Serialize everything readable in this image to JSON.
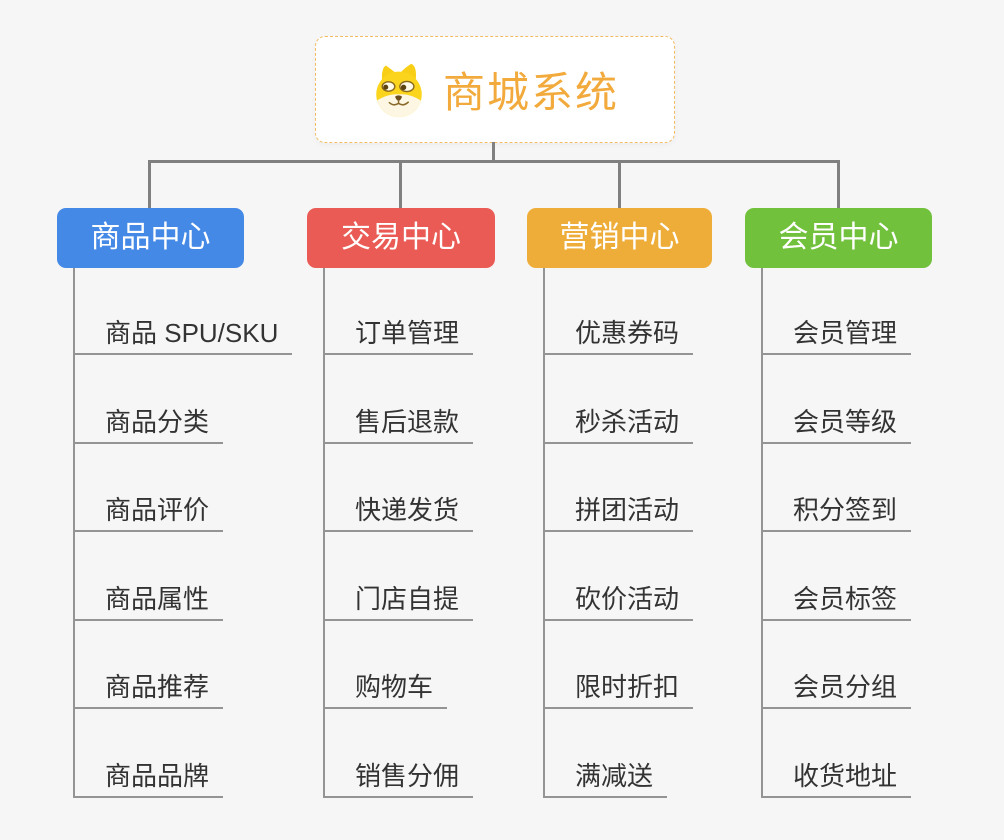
{
  "root": {
    "title": "商城系统",
    "icon": "doge-icon"
  },
  "colors": {
    "background": "#f6f6f6",
    "connector": "#808080",
    "child_line": "#949494",
    "root_title": "#f2aa3c",
    "root_border": "#f3bc64"
  },
  "branches": [
    {
      "label": "商品中心",
      "color": "#4589e7",
      "items": [
        "商品 SPU/SKU",
        "商品分类",
        "商品评价",
        "商品属性",
        "商品推荐",
        "商品品牌"
      ]
    },
    {
      "label": "交易中心",
      "color": "#ea5b55",
      "items": [
        "订单管理",
        "售后退款",
        "快递发货",
        "门店自提",
        "购物车",
        "销售分佣"
      ]
    },
    {
      "label": "营销中心",
      "color": "#eead38",
      "items": [
        "优惠券码",
        "秒杀活动",
        "拼团活动",
        "砍价活动",
        "限时折扣",
        "满减送"
      ]
    },
    {
      "label": "会员中心",
      "color": "#72c13d",
      "items": [
        "会员管理",
        "会员等级",
        "积分签到",
        "会员标签",
        "会员分组",
        "收货地址"
      ]
    }
  ]
}
